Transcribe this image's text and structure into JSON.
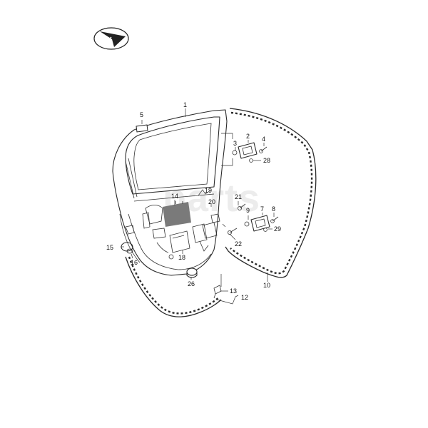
{
  "watermark": "parts",
  "logo": {
    "icon": "plane-logo-icon"
  },
  "callouts": [
    {
      "id": "c1",
      "text": "1"
    },
    {
      "id": "c2",
      "text": "2"
    },
    {
      "id": "c3",
      "text": "3"
    },
    {
      "id": "c4",
      "text": "4"
    },
    {
      "id": "c5",
      "text": "5"
    },
    {
      "id": "c7",
      "text": "7"
    },
    {
      "id": "c8",
      "text": "8"
    },
    {
      "id": "c9",
      "text": "9"
    },
    {
      "id": "c10",
      "text": "10"
    },
    {
      "id": "c12",
      "text": "12"
    },
    {
      "id": "c13",
      "text": "13"
    },
    {
      "id": "c14",
      "text": "14"
    },
    {
      "id": "c15",
      "text": "15"
    },
    {
      "id": "c16",
      "text": "16"
    },
    {
      "id": "c18",
      "text": "18"
    },
    {
      "id": "c19",
      "text": "19"
    },
    {
      "id": "c20",
      "text": "20"
    },
    {
      "id": "c21",
      "text": "21"
    },
    {
      "id": "c22",
      "text": "22"
    },
    {
      "id": "c26",
      "text": "26"
    },
    {
      "id": "c28",
      "text": "28"
    },
    {
      "id": "c29",
      "text": "29"
    }
  ]
}
